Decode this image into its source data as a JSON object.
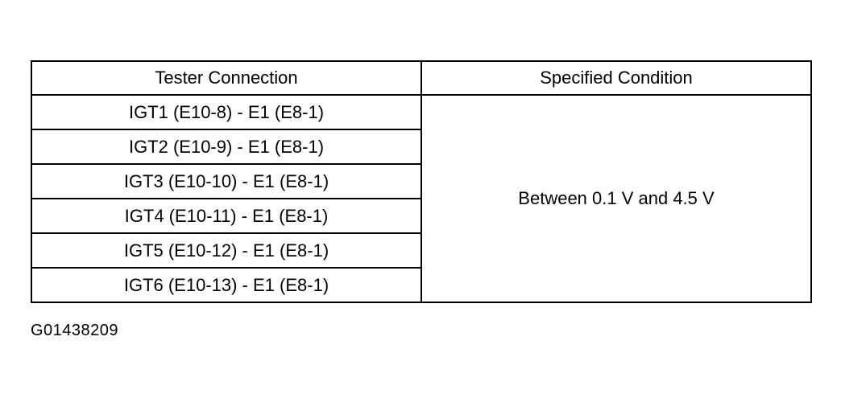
{
  "table": {
    "headers": {
      "connection": "Tester Connection",
      "condition": "Specified Condition"
    },
    "rows": [
      "IGT1 (E10-8) - E1 (E8-1)",
      "IGT2 (E10-9) - E1 (E8-1)",
      "IGT3 (E10-10) - E1 (E8-1)",
      "IGT4 (E10-11) - E1 (E8-1)",
      "IGT5 (E10-12) - E1 (E8-1)",
      "IGT6 (E10-13) - E1 (E8-1)"
    ],
    "condition_value": "Between 0.1 V and 4.5 V"
  },
  "figure_id": "G01438209"
}
